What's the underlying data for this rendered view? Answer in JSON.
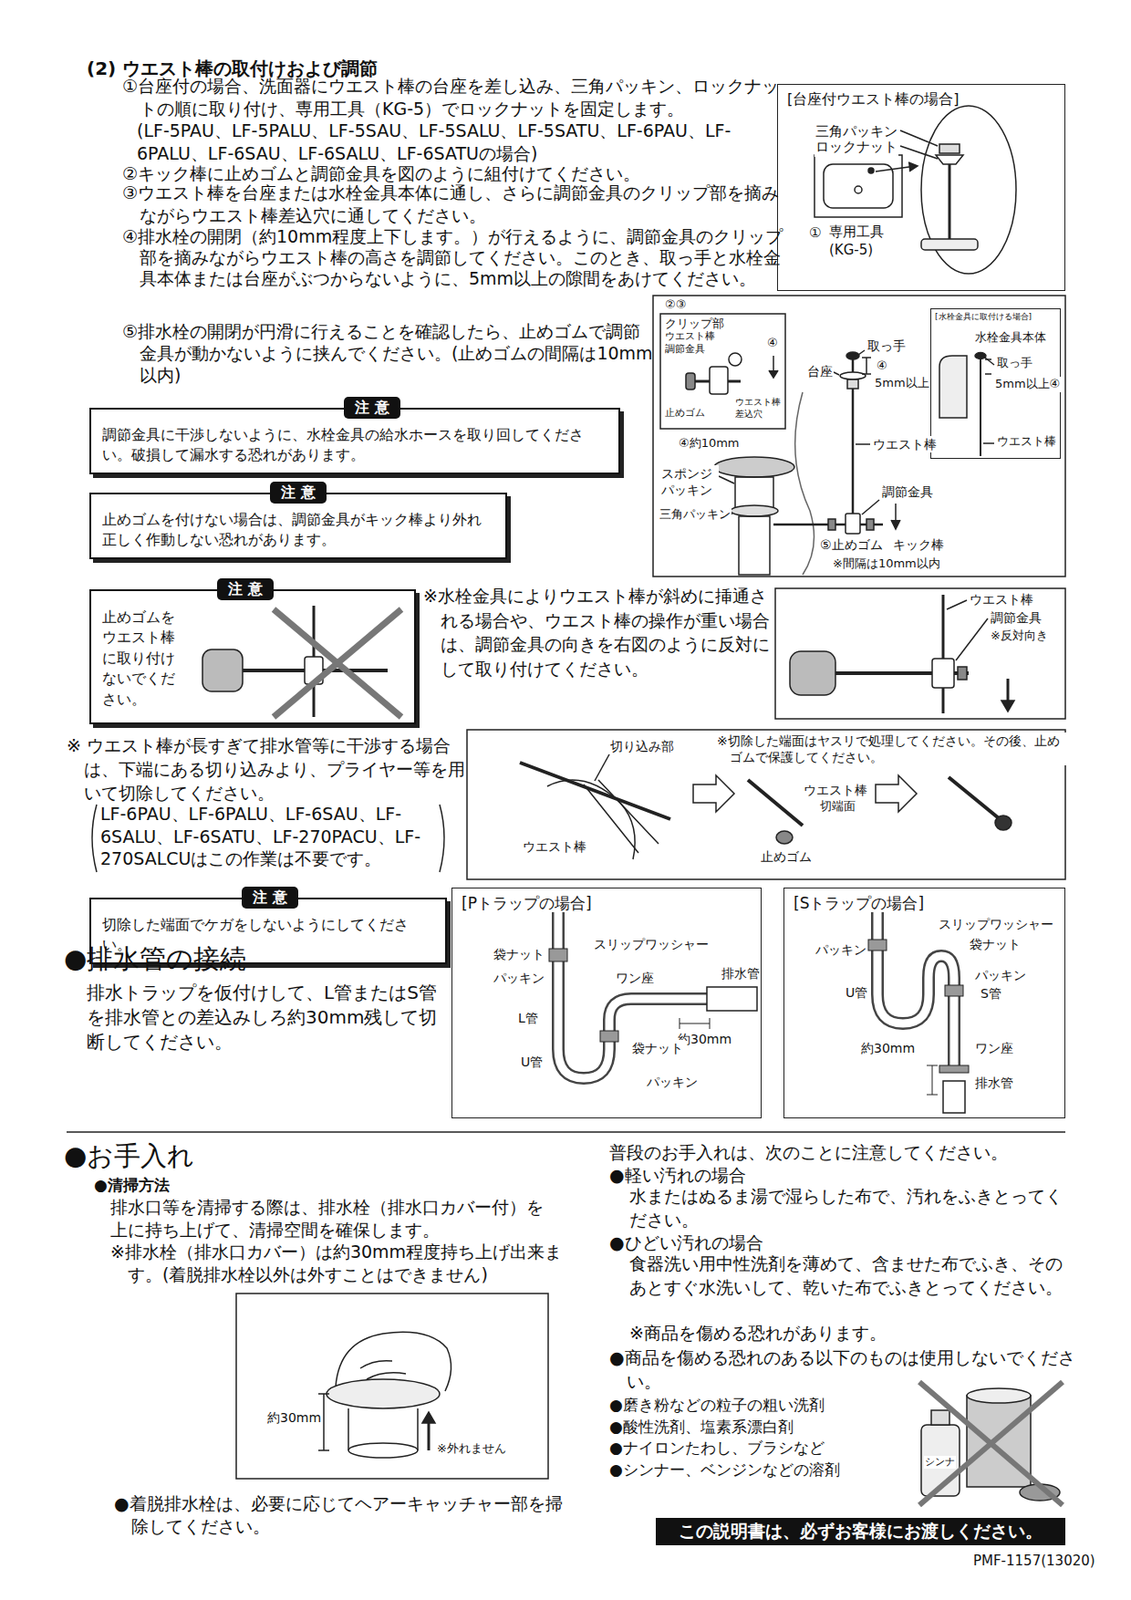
{
  "diagram": {
    "nodes": [
      {
        "text": [
          "[台座付ウエスト棒の場合]"
        ]
      },
      {
        "text": [
          "[水栓金具に取付ける場合]"
        ]
      },
      {
        "text": [
          "注 意",
          "調節金具に干渉しないように、水栓金具の給水ホースを取り回してください。破損して漏水する恐れがあります。"
        ]
      },
      {
        "text": [
          "注 意",
          "止めゴムを付けない場合は、調節金具がキック棒より外れ正しく作動しない恐れがあります。"
        ]
      },
      {
        "text": [
          "注 意",
          "止めゴムをウエスト棒に取り付けないでください。"
        ]
      },
      {
        "text": [
          "注 意",
          "切除した端面でケガをしないようにしてください。"
        ]
      },
      {
        "text": [
          "[Pトラップの場合]"
        ]
      },
      {
        "text": [
          "[Sトラップの場合]"
        ]
      },
      {
        "text": [
          "この説明書は、必ずお客様にお渡しください。"
        ]
      }
    ],
    "labels": [
      "(2) ウエスト棒の取付けおよび調節",
      "①台座付の場合、洗面器にウエスト棒の台座を差し込み、三角パッキン、ロックナットの順に取り付け、専用工具（KG-5）でロックナットを固定します。",
      "(LF-5PAU、LF-5PALU、LF-5SAU、LF-5SALU、LF-5SATU、LF-6PAU、LF-6PALU、LF-6SAU、LF-6SALU、LF-6SATUの場合)",
      "②キック棒に止めゴムと調節金具を図のように組付けてください。",
      "③ウエスト棒を台座または水栓金具本体に通し、さらに調節金具のクリップ部を摘みながらウエスト棒差込穴に通してください。",
      "④排水栓の開閉（約10mm程度上下します。）が行えるように、調節金具のクリップ部を摘みながらウエスト棒の高さを調節してください。このとき、取っ手と水栓金具本体または台座がぶつからないように、5mm以上の隙間をあけてください。",
      "⑤排水栓の開閉が円滑に行えることを確認したら、止めゴムで調節金具が動かないように挟んでください。(止めゴムの間隔は10mm以内)",
      "三角パッキン",
      "ロックナット",
      "①",
      "専用工具",
      "(KG-5)",
      "②③",
      "クリップ部",
      "ウエスト棒 調節金具",
      "④",
      "止めゴム",
      "ウエスト棒 差込穴",
      "取っ手",
      "台座",
      "④",
      "5mm以上",
      "ウエスト棒",
      "④約10mm",
      "スポンジ パッキン",
      "三角パッキン",
      "調節金具",
      "⑤止めゴム",
      "キック棒",
      "※間隔は10mm以内",
      "水栓金具本体",
      "取っ手",
      "5mm以上④",
      "ウエスト棒",
      "※水栓金具によりウエスト棒が斜めに挿通される場合や、ウエスト棒の操作が重い場合は、調節金具の向きを右図のように反対にして取り付けてください。",
      "ウエスト棒",
      "調節金具",
      "※反対向き",
      "※ ウエスト棒が長すぎて排水管等に干渉する場合は、下端にある切り込みより、プライヤー等を用いて切除してください。",
      "LF-6PAU、LF-6PALU、LF-6SAU、LF-6SALU、LF-6SATU、LF-270PACU、LF-270SALCUはこの作業は不要です。",
      "切り込み部",
      "※切除した端面はヤスリで処理してください。その後、止めゴムで保護してください。",
      "ウエスト棒",
      "切端面",
      "ウエスト棒",
      "止めゴム",
      "●排水管の接続",
      "排水トラップを仮付けして、L管またはS管を排水管との差込みしろ約30mm残して切断してください。",
      "スリップワッシャー",
      "袋ナット",
      "パッキン",
      "ワン座",
      "L管",
      "排水管",
      "約30mm",
      "袋ナット",
      "U管",
      "パッキン",
      "スリップワッシャー",
      "パッキン",
      "袋ナット",
      "パッキン",
      "U管",
      "S管",
      "約30mm",
      "ワン座",
      "排水管",
      "●お手入れ",
      "●清掃方法",
      "排水口等を清掃する際は、排水栓（排水口カバー付）を上に持ち上げて、清掃空間を確保します。",
      "※排水栓（排水口カバー）は約30mm程度持ち上げ出来ます。(着脱排水栓以外は外すことはできません)",
      "約30mm",
      "※外れません",
      "●着脱排水栓は、必要に応じてヘアーキャッチャー部を掃除してください。",
      "普段のお手入れは、次のことに注意してください。",
      "●軽い汚れの場合",
      "水またはぬるま湯で湿らした布で、汚れをふきとってください。",
      "●ひどい汚れの場合",
      "食器洗い用中性洗剤を薄めて、含ませた布でふき、そのあとすぐ水洗いして、乾いた布でふきとってください。",
      "※商品を傷める恐れがあります。",
      "●商品を傷める恐れのある以下のものは使用しないでください。",
      "●磨き粉などの粒子の粗い洗剤",
      "●酸性洗剤、塩素系漂白剤",
      "●ナイロンたわし、ブラシなど",
      "●シンナー、ベンジンなどの溶剤",
      "シンナ",
      "PMF-1157(13020)"
    ]
  }
}
